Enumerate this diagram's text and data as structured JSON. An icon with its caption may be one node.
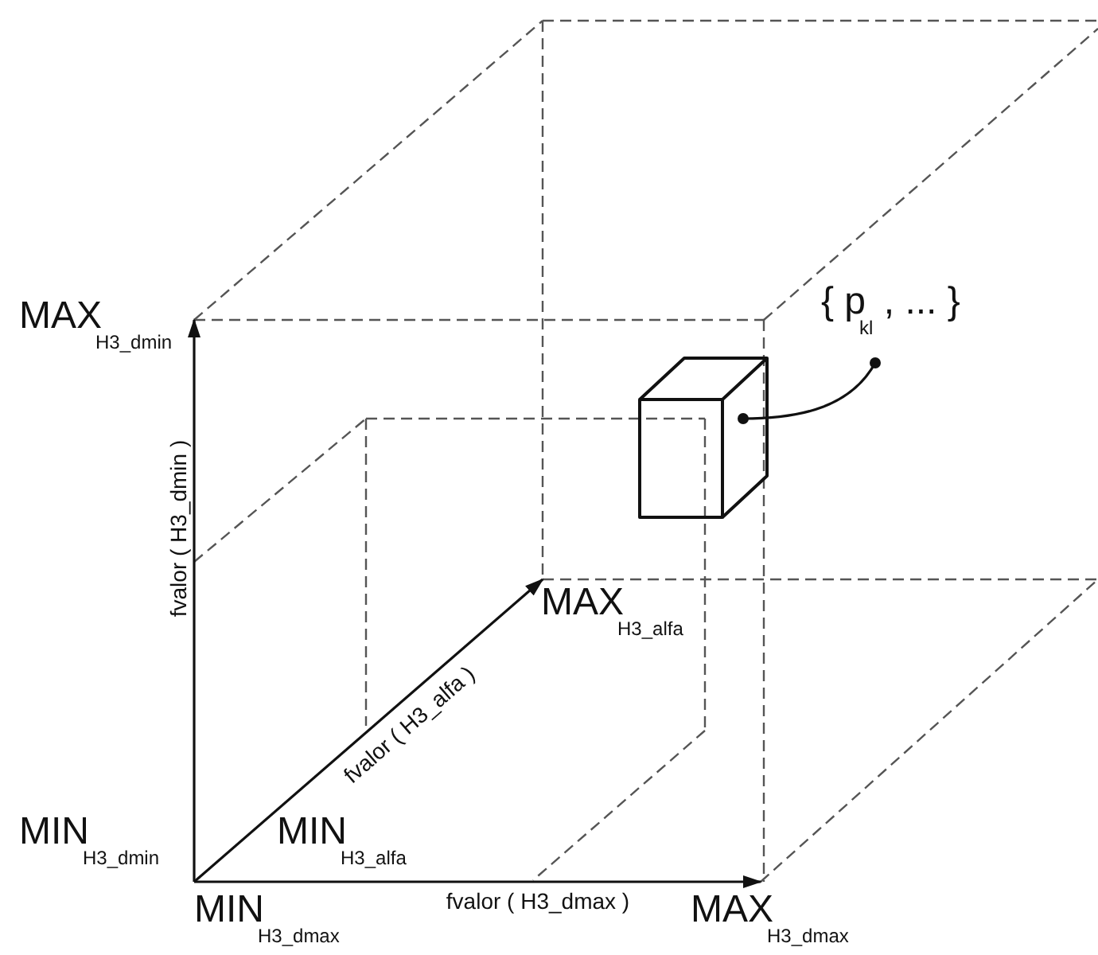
{
  "diagram": {
    "nodes": [
      {
        "text": [
          "MAX$_{H3_dmin}$"
        ]
      },
      {
        "text": [
          "MAX$_{H3_alfa}$"
        ]
      },
      {
        "text": [
          "MAX$_{H3_dmax}$"
        ]
      },
      {
        "text": [],
        "shape": "box"
      },
      {
        "text": [
          "{ p$_{kl}$ , ... }"
        ]
      }
    ],
    "edges": [
      {
        "from": null,
        "to": 0,
        "arrow": "to",
        "label": "fvalor ( H3_dmin )"
      },
      {
        "from": null,
        "to": 1,
        "arrow": "to",
        "label": "fvalor ( H3_alfa )"
      },
      {
        "from": null,
        "to": 2,
        "arrow": "to",
        "label": "fvalor ( H3_dmax )"
      },
      {
        "from": 4,
        "to": 3,
        "arrow": "other"
      }
    ],
    "labels": [
      "MIN$_{H3_dmin}$",
      "MIN$_{H3_alfa}$",
      "MIN$_{H3_dmax}$"
    ]
  }
}
